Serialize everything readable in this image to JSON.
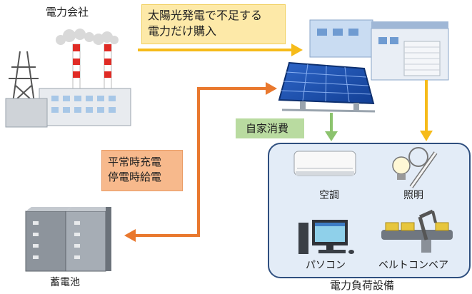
{
  "power_company": {
    "label": "電力会社"
  },
  "grid_callout": {
    "line1": "太陽光発電で不足する",
    "line2": "電力だけ購入"
  },
  "self_consumption": {
    "label": "自家消費"
  },
  "battery_callout": {
    "line1": "平常時充電",
    "line2": "停電時給電"
  },
  "battery": {
    "label": "蓄電池"
  },
  "load_facility": {
    "label": "電力負荷設備",
    "items": [
      {
        "label": "空調",
        "icon": "air-conditioner-icon"
      },
      {
        "label": "照明",
        "icon": "lightbulb-icon"
      },
      {
        "label": "パソコン",
        "icon": "computer-icon"
      },
      {
        "label": "ベルトコンベア",
        "icon": "conveyor-robot-icon"
      }
    ]
  },
  "colors": {
    "grid_arrow": "#f6bb1a",
    "battery_arrow": "#e9782e",
    "self_arrow": "#8cc36e",
    "box_border": "#2f4f7f",
    "box_fill": "#e3ecf7"
  }
}
